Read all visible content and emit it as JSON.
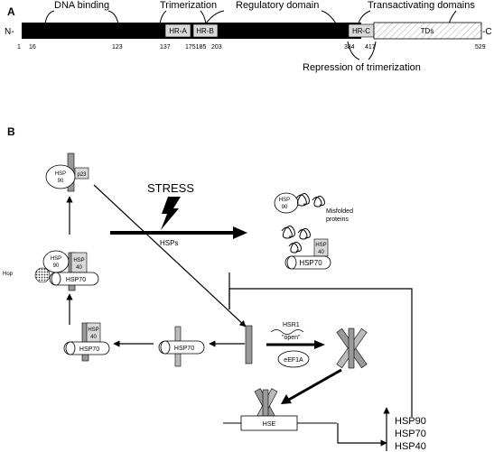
{
  "panelA": {
    "label": "A",
    "n_term": "N-",
    "c_term": "-C",
    "domain_titles": {
      "dna_binding": "DNA binding",
      "trimerization": "Trimerization",
      "regulatory": "Regulatory domain",
      "transactivating": "Transactivating domains"
    },
    "boxes": {
      "hr_a": "HR-A",
      "hr_b": "HR-B",
      "hr_c": "HR-C",
      "tds": "TDs"
    },
    "positions": {
      "p1": "1",
      "p16": "16",
      "p123": "123",
      "p137": "137",
      "p175185": "175185",
      "p203": "203",
      "p384": "384",
      "p417": "417",
      "p529": "529"
    },
    "repression": "Repression of trimerization"
  },
  "panelB": {
    "label": "B",
    "stress": "STRESS",
    "hsps": "HSPs",
    "misfolded": [
      "Misfolded",
      "proteins"
    ],
    "hop": "Hop",
    "hsp_top": "HSP",
    "n90": "90",
    "n40": "40",
    "p23": "p23",
    "hsp70": "HSP70",
    "hsr1": "HSR1",
    "open": "\"open\"",
    "eef1a": "eEF1A",
    "hse": "HSE",
    "genes": [
      "HSP90",
      "HSP70",
      "HSP40"
    ]
  }
}
